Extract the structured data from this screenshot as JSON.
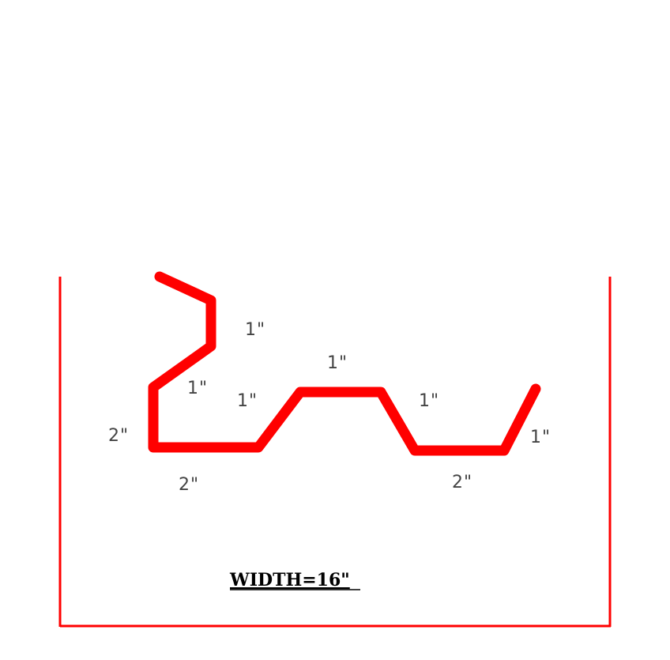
{
  "colors": {
    "profile": "#ff0000",
    "frame": "#ff0000",
    "dimension_text": "#444444",
    "width_label": "#000000",
    "background": "#ffffff"
  },
  "dimensions": {
    "left_wall_height": "2\"",
    "bottom_left_flat": "2\"",
    "upper_diagonal": "1\"",
    "lower_diagonal": "1\"",
    "first_rise": "1\"",
    "top_flat": "1\"",
    "first_fall": "1\"",
    "bottom_right_flat": "2\"",
    "end_rise": "1\""
  },
  "width_label": "WIDTH=16\""
}
